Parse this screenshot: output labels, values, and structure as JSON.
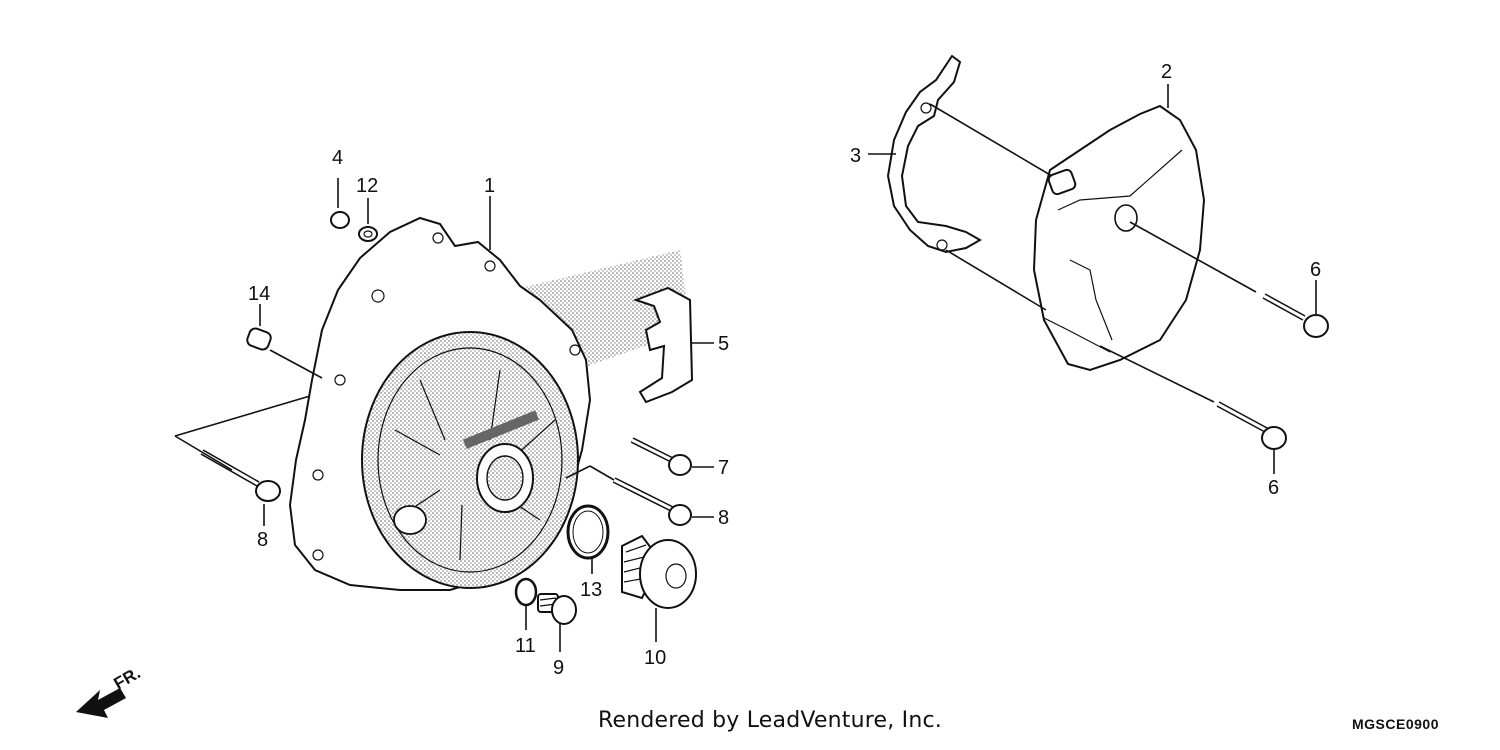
{
  "callouts": {
    "p1": "1",
    "p2": "2",
    "p3": "3",
    "p4": "4",
    "p5": "5",
    "p6a": "6",
    "p6b": "6",
    "p7": "7",
    "p8a": "8",
    "p8b": "8",
    "p9": "9",
    "p10": "10",
    "p11": "11",
    "p12": "12",
    "p13": "13",
    "p14": "14"
  },
  "direction_label": "FR.",
  "footer": {
    "credit": "Rendered by LeadVenture, Inc.",
    "code": "MGSCE0900"
  },
  "colors": {
    "line": "#111111",
    "shade": "#9a9a9a",
    "background": "#ffffff"
  }
}
